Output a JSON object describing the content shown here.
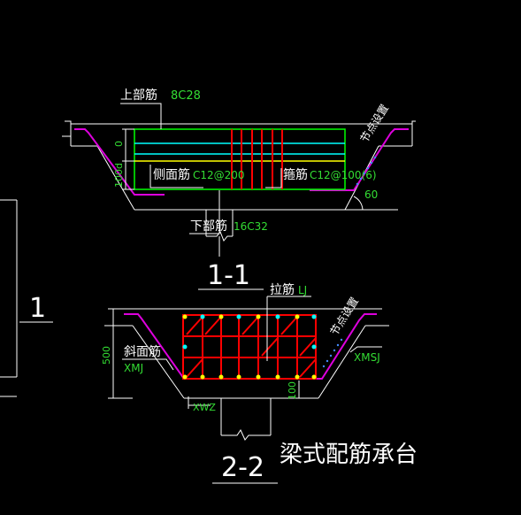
{
  "section_1": {
    "title": "1-1",
    "top_rebar_label": "上部筋",
    "top_rebar_spec": "8C28",
    "side_rebar_label": "侧面筋",
    "side_rebar_spec": "C12@200",
    "stirrup_label": "箍筋",
    "stirrup_spec": "C12@100(6)",
    "bottom_rebar_label": "下部筋",
    "bottom_rebar_spec": "16C32",
    "node_label": "节点设置",
    "angle": "60",
    "dim_top": "0",
    "dim_side": "100d"
  },
  "section_2": {
    "title": "2-2",
    "tie_label": "拉筋",
    "tie_spec": "LJ",
    "slope_label": "斜面筋",
    "slope_spec": "XMJ",
    "node_label": "节点设置",
    "xmsj": "XMSJ",
    "xwz": "XWZ",
    "dim_height": "500",
    "dim_bottom": "100"
  },
  "side_marker": "1",
  "caption": "梁式配筋承台",
  "colors": {
    "background": "#000000",
    "outline": "#ffffff",
    "top_bar": "#00ffff",
    "frame": "#00ff00",
    "bottom_bar": "#ffff00",
    "stirrup": "#ff0000",
    "slope_bar": "#dd00dd",
    "text_green": "#33dd33"
  }
}
